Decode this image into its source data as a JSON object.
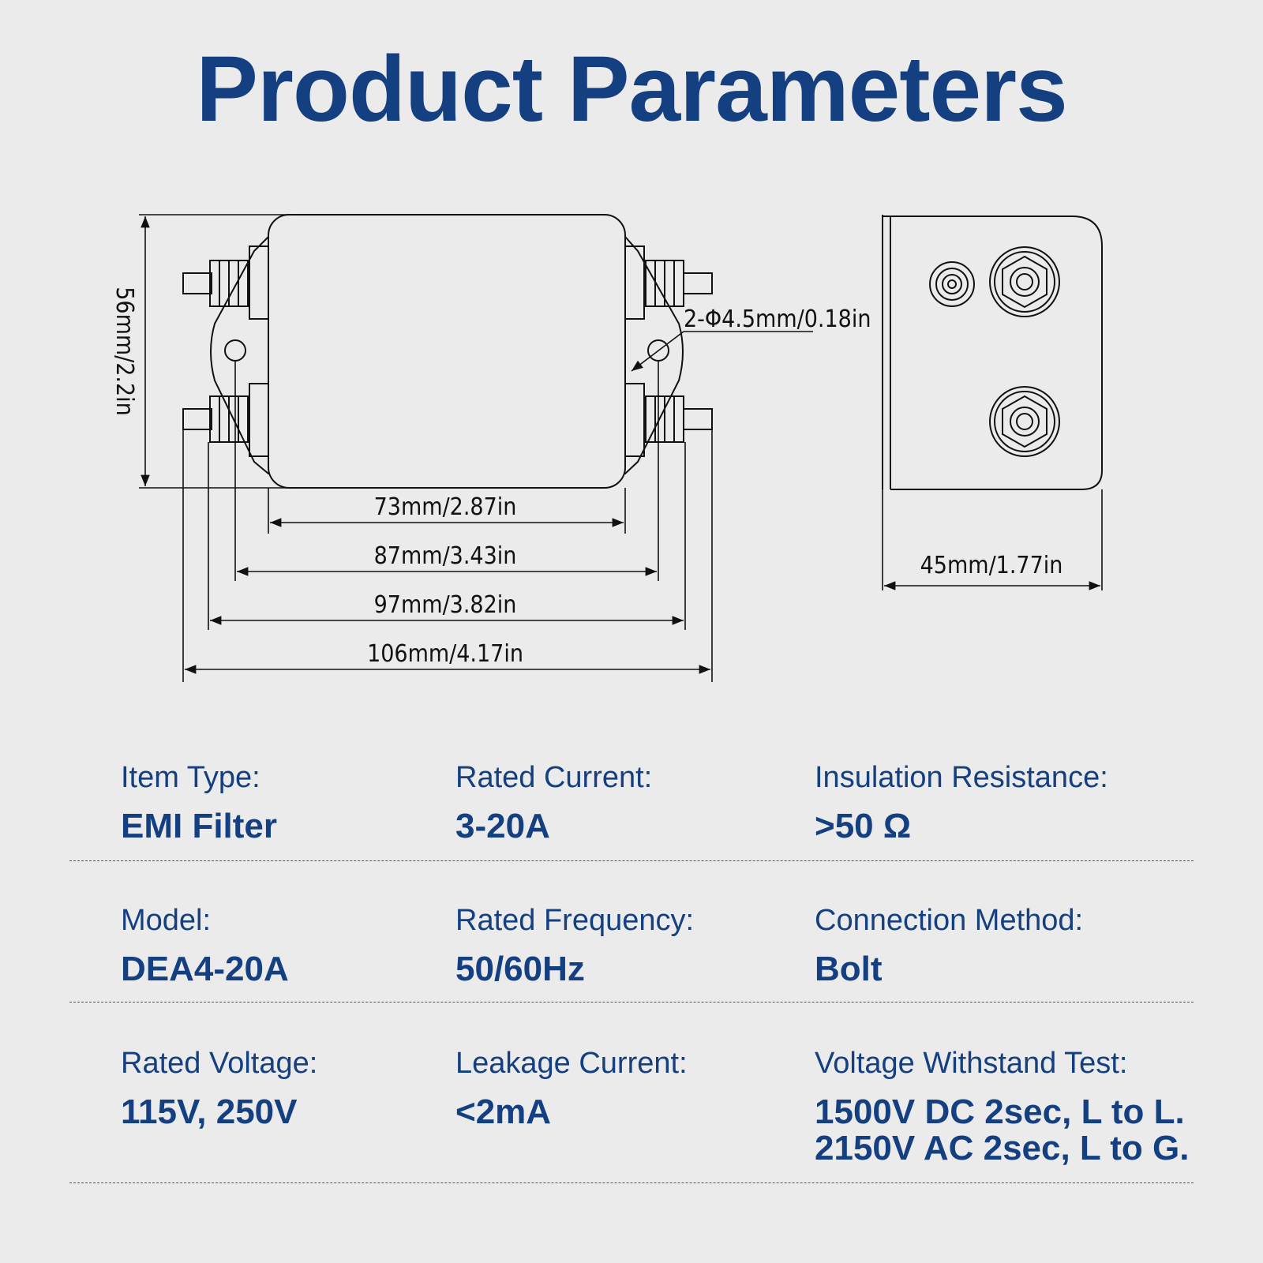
{
  "title": "Product Parameters",
  "dimensions": {
    "height": "56mm/2.2in",
    "hole": "2-Φ4.5mm/0.18in",
    "body_width": "73mm/2.87in",
    "hole_spacing": "87mm/3.43in",
    "terminal_span": "97mm/3.82in",
    "overall_length": "106mm/4.17in",
    "depth": "45mm/1.77in"
  },
  "specs": [
    {
      "label": "Item Type:",
      "value": "EMI Filter"
    },
    {
      "label": "Rated Current:",
      "value": "3-20A"
    },
    {
      "label": "Insulation Resistance:",
      "value": ">50 Ω"
    },
    {
      "label": "Model:",
      "value": "DEA4-20A"
    },
    {
      "label": "Rated Frequency:",
      "value": "50/60Hz"
    },
    {
      "label": "Connection Method:",
      "value": "Bolt"
    },
    {
      "label": "Rated Voltage:",
      "value": "115V, 250V"
    },
    {
      "label": "Leakage Current:",
      "value": "<2mA"
    },
    {
      "label": "Voltage Withstand Test:",
      "value": "1500V DC 2sec, L to L.",
      "value2": "2150V AC 2sec, L to G."
    }
  ],
  "colors": {
    "accent": "#143f80",
    "background": "#ebebeb",
    "line": "#111111"
  }
}
